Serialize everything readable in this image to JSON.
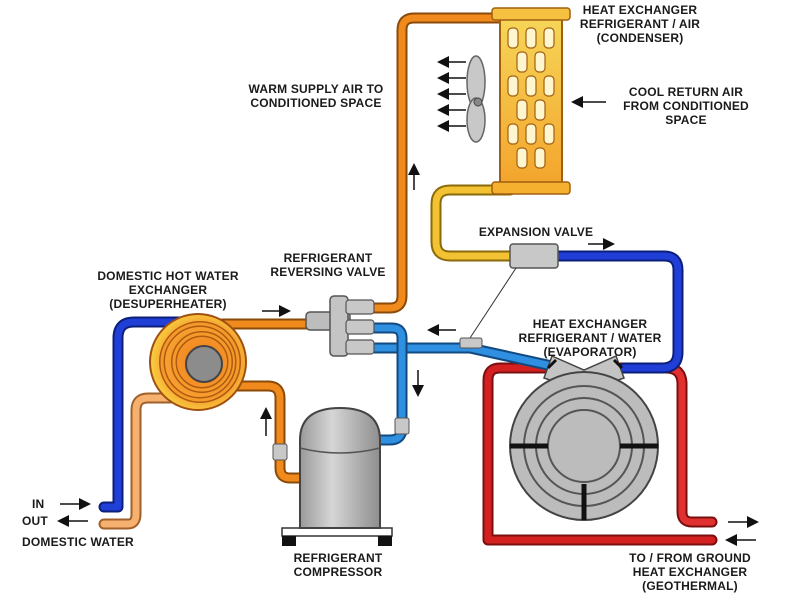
{
  "labels": {
    "condenser": [
      "HEAT EXCHANGER",
      "REFRIGERANT / AIR",
      "(CONDENSER)"
    ],
    "warm_air": [
      "WARM SUPPLY AIR TO",
      "CONDITIONED SPACE"
    ],
    "cool_air": [
      "COOL RETURN AIR",
      "FROM CONDITIONED",
      "SPACE"
    ],
    "expansion_valve": "EXPANSION VALVE",
    "reversing_valve": [
      "REFRIGERANT",
      "REVERSING VALVE"
    ],
    "desuperheater": [
      "DOMESTIC HOT WATER",
      "EXCHANGER",
      "(DESUPERHEATER)"
    ],
    "evaporator": [
      "HEAT EXCHANGER",
      "REFRIGERANT / WATER",
      "(EVAPORATOR)"
    ],
    "compressor": [
      "REFRIGERANT",
      "COMPRESSOR"
    ],
    "ground": [
      "TO / FROM GROUND",
      "HEAT EXCHANGER",
      "(GEOTHERMAL)"
    ],
    "water_in": "IN",
    "water_out": "OUT",
    "domestic_water": "DOMESTIC WATER"
  },
  "colors": {
    "hot_refrigerant": "#f08a1c",
    "liquid_refrigerant": "#f2c232",
    "cold_refrigerant": "#1f3fd6",
    "suction_refrigerant": "#2f8fe0",
    "ground_loop": "#d42020",
    "domestic_out": "#f6b070",
    "equipment_gray": "#b8b8b8"
  }
}
